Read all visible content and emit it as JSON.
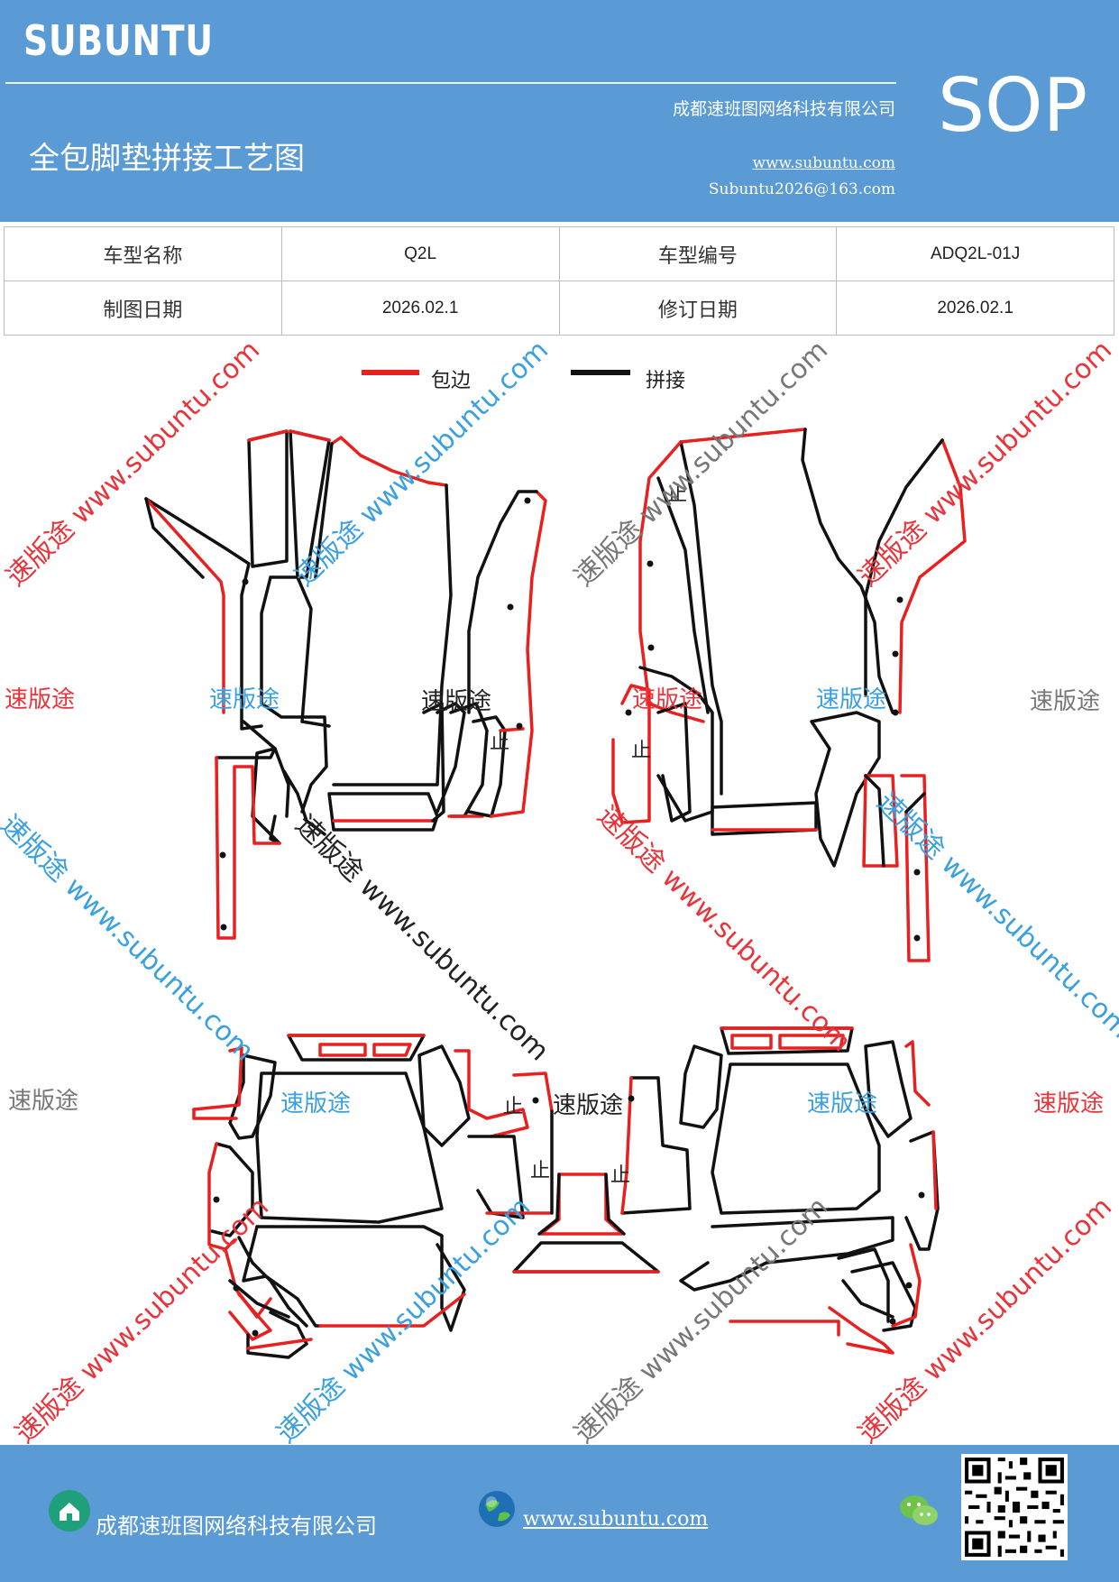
{
  "header": {
    "brand": "SUBUNTU",
    "company": "成都速班图网络科技有限公司",
    "title": "全包脚垫拼接工艺图",
    "url": "www.subuntu.com",
    "email": "Subuntu2026@163.com",
    "sop": "SOP"
  },
  "info_table": {
    "row1": {
      "label1": "车型名称",
      "value1": "Q2L",
      "label2": "车型编号",
      "value2": "ADQ2L-01J"
    },
    "row2": {
      "label1": "制图日期",
      "value1": "2026.02.1",
      "label2": "修订日期",
      "value2": "2026.02.1"
    }
  },
  "legend": {
    "red_label": "包边",
    "black_label": "拼接"
  },
  "colors": {
    "header_bg": "#5b9bd5",
    "edge_red": "#e82020",
    "seam_black": "#111111",
    "wm_red": "#e8343a",
    "wm_blue": "#3aa0e0",
    "wm_gray": "#777777"
  },
  "watermarks": {
    "brand_text": "速版途",
    "diag_text": "速版途 www.subuntu.com",
    "diag_text_rev": "速版途 www.subuntu.com",
    "stop_mark": "止"
  },
  "footer": {
    "company": "成都速班图网络科技有限公司",
    "url": "www.subuntu.com",
    "home_icon": "home-icon",
    "globe_icon": "globe-icon",
    "wechat_icon": "wechat-icon",
    "qr": "qr-code"
  }
}
